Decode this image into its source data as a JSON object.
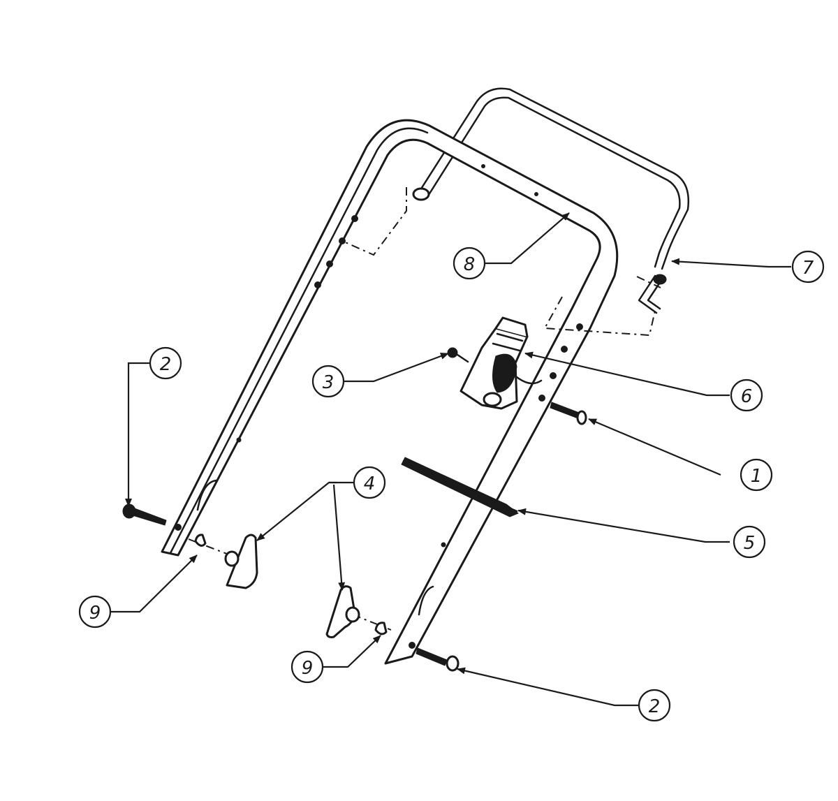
{
  "callouts": [
    {
      "id": "c1",
      "label": "1",
      "part": "bolt"
    },
    {
      "id": "c2a",
      "label": "2",
      "part": "carriage-bolt"
    },
    {
      "id": "c2b",
      "label": "2",
      "part": "carriage-bolt"
    },
    {
      "id": "c3",
      "label": "3",
      "part": "nut"
    },
    {
      "id": "c4",
      "label": "4",
      "part": "handle-knob"
    },
    {
      "id": "c5",
      "label": "5",
      "part": "cable-tie"
    },
    {
      "id": "c6",
      "label": "6",
      "part": "throttle-control"
    },
    {
      "id": "c7",
      "label": "7",
      "part": "control-bail"
    },
    {
      "id": "c8",
      "label": "8",
      "part": "upper-handle"
    },
    {
      "id": "c9a",
      "label": "9",
      "part": "cupped-washer"
    },
    {
      "id": "c9b",
      "label": "9",
      "part": "cupped-washer"
    }
  ]
}
